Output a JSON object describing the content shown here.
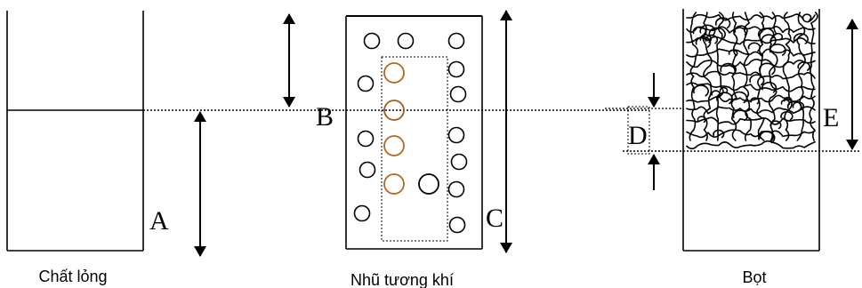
{
  "labels": {
    "a": "A",
    "b": "B",
    "c": "C",
    "d": "D",
    "e": "E"
  },
  "captions": {
    "liquid": "Chất lỏng",
    "emulsion": "Nhũ tương khí",
    "foam": "Bọt"
  }
}
